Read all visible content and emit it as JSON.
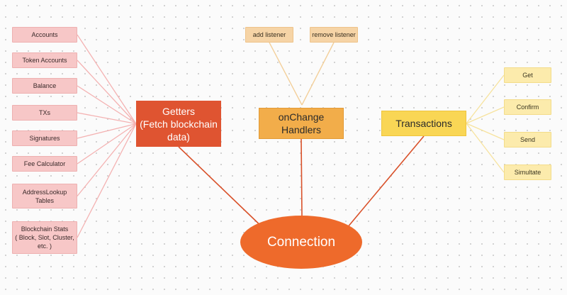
{
  "colors": {
    "getters_hub": "#df5431",
    "getters_edge": "#f4b2b2",
    "onchange_hub": "#f2ad4a",
    "onchange_edge": "#f3cf9a",
    "transactions_hub": "#f9d655",
    "transactions_edge": "#f7e39e",
    "root": "#ee6a2b",
    "root_edge": "#d9512a"
  },
  "root": {
    "label": "Connection"
  },
  "getters": {
    "label": "Getters\n(Fetch blockchain\ndata)",
    "items": [
      "Accounts",
      "Token Accounts",
      "Balance",
      "TXs",
      "Signatures",
      "Fee Calculator",
      "AddressLookup\nTables",
      "Blockchain Stats\n( Block, Slot, Cluster,\netc. )"
    ]
  },
  "onchange": {
    "label": "onChange\nHandlers",
    "items": [
      "add listener",
      "remove listener"
    ]
  },
  "transactions": {
    "label": "Transactions",
    "items": [
      "Get",
      "Confirm",
      "Send",
      "Simultate"
    ]
  }
}
